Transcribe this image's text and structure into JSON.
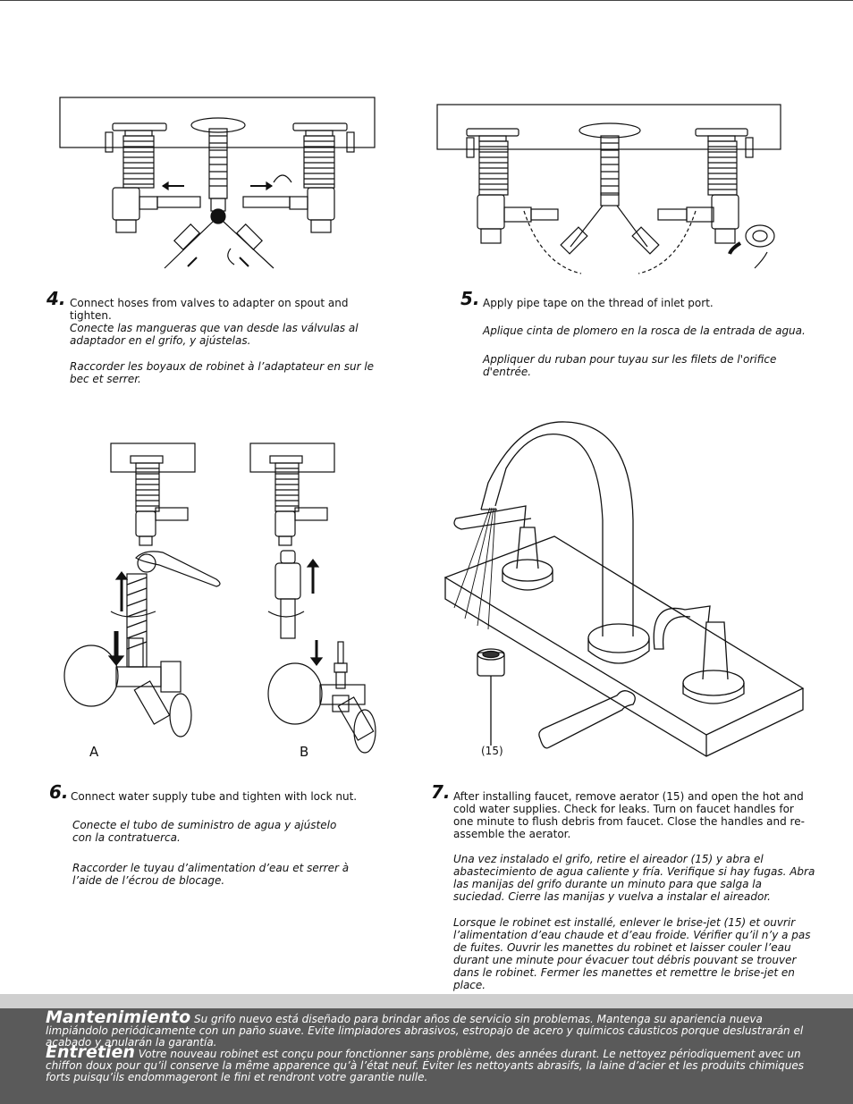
{
  "steps": {
    "s4": {
      "number": "4.",
      "en": "Connect hoses from valves to adapter on spout and tighten.",
      "es": "Conecte las mangueras que van desde  las válvulas al adaptador en el grifo, y ajústelas.",
      "fr": "Raccorder les boyaux de robinet à l’adaptateur en sur le bec et serrer."
    },
    "s5": {
      "number": "5.",
      "en": "Apply pipe tape on the thread of inlet port.",
      "es": "Aplique cinta de plomero en la rosca de la entrada de agua.",
      "fr": "Appliquer du ruban pour tuyau sur les filets de l'orifice d'entrée."
    },
    "s6": {
      "number": "6.",
      "en": "Connect water supply tube and tighten with lock nut.",
      "es": "Conecte el tubo de suministro de agua y ajústelo con la contratuerca.",
      "fr": "Raccorder le tuyau d’alimentation d’eau et serrer à l’aide de l’écrou de blocage."
    },
    "s7": {
      "number": "7.",
      "en": "After installing faucet, remove aerator (15) and open the hot and cold water supplies. Check for leaks. Turn on faucet handles for one minute to flush debris from faucet. Close the handles and re-assemble the aerator.",
      "es": "Una vez instalado el grifo, retire el aireador (15) y abra el abastecimiento de agua caliente y fría. Verifique si hay fugas. Abra las manijas del grifo durante un minuto para que salga la suciedad. Cierre las manijas y vuelva a instalar el aireador.",
      "fr": "Lorsque le robinet est installé, enlever le brise-jet (15) et ouvrir l’alimentation d’eau chaude et d’eau froide. Vérifier qu’il n’y a pas de fuites. Ouvrir les manettes du robinet et laisser couler l’eau durant une minute pour évacuer tout débris pouvant se trouver dans le robinet. Fermer les manettes et remettre le brise-jet en place."
    }
  },
  "figure_labels": {
    "a": "A",
    "b": "B",
    "aerator": "(15)"
  },
  "footer": {
    "maintenance_es_title": "Mantenimiento",
    "maintenance_es_text": "Su grifo nuevo está diseñado para brindar años de servicio sin problemas. Mantenga su apariencia nueva limpiándolo periódicamente con un paño suave. Evite limpiadores abrasivos, estropajo de acero y químicos cáusticos porque deslustrarán el acabado y anularán la garantía.",
    "maintenance_fr_title": "Entretien",
    "maintenance_fr_text": "Votre nouveau robinet est conçu pour fonctionner sans problème, des années durant. Le nettoyez périodiquement avec un chiffon doux pour qu’il conserve la même apparence qu’à l’état neuf. Éviter les nettoyants abrasifs, la laine d’acier et les produits chimiques forts puisqu’ils endommageront le fini et rendront votre garantie nulle."
  },
  "colors": {
    "footer_bg": "#5a5a5a",
    "footer_strip": "#cfcfcf",
    "line": "#111111"
  }
}
